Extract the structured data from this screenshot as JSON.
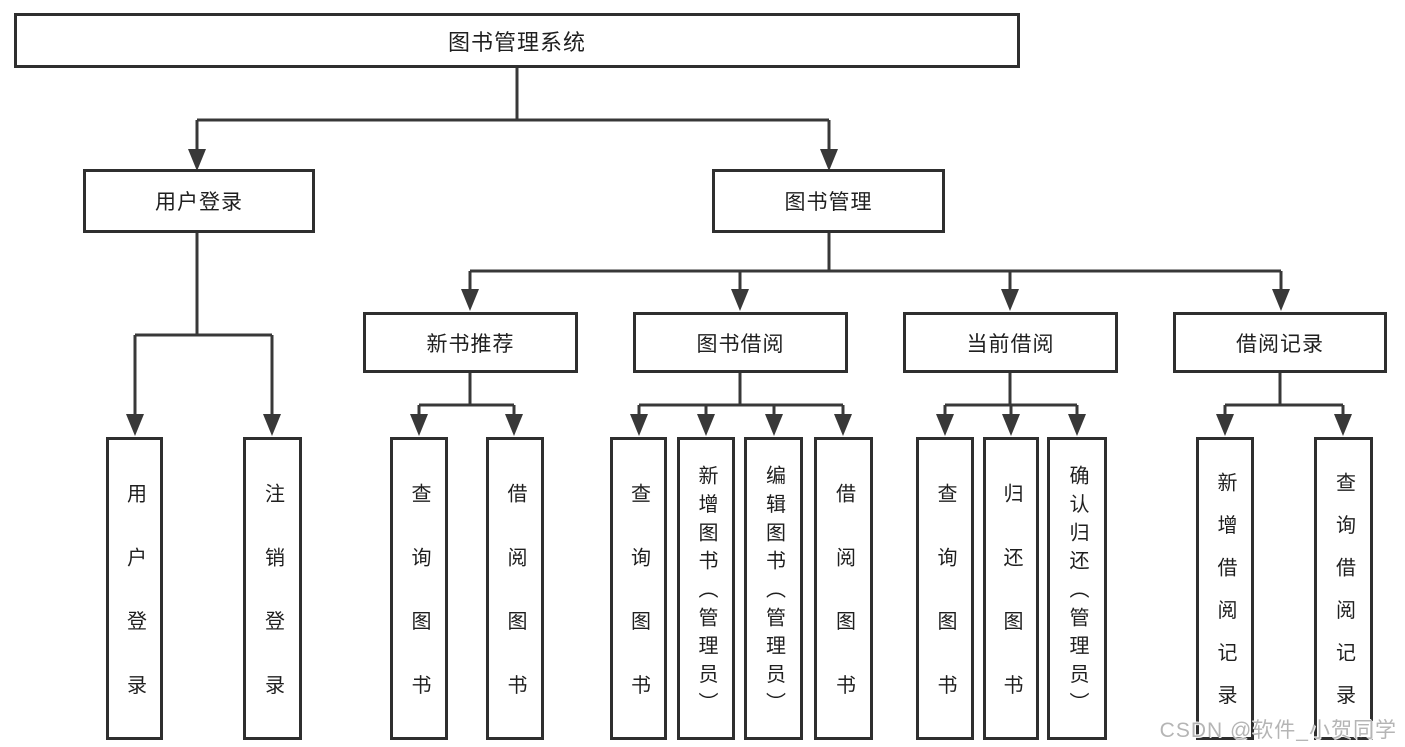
{
  "diagram": {
    "root": {
      "label": "图书管理系统"
    },
    "branches": [
      {
        "label": "用户登录",
        "children": [
          {
            "label": "用户登录"
          },
          {
            "label": "注销登录"
          }
        ]
      },
      {
        "label": "图书管理",
        "children": [
          {
            "label": "新书推荐",
            "children": [
              {
                "label": "查询图书"
              },
              {
                "label": "借阅图书"
              }
            ]
          },
          {
            "label": "图书借阅",
            "children": [
              {
                "label": "查询图书"
              },
              {
                "label": "新增图书（管理员）"
              },
              {
                "label": "编辑图书（管理员）"
              },
              {
                "label": "借阅图书"
              }
            ]
          },
          {
            "label": "当前借阅",
            "children": [
              {
                "label": "查询图书"
              },
              {
                "label": "归还图书"
              },
              {
                "label": "确认归还（管理员）"
              }
            ]
          },
          {
            "label": "借阅记录",
            "children": [
              {
                "label": "新增借阅记录"
              },
              {
                "label": "查询借阅记录"
              }
            ]
          }
        ]
      }
    ],
    "watermark": "CSDN @软件_小贺同学",
    "colors": {
      "line": "#383838",
      "box_border": "#2f2f2f",
      "text": "#1f1f1f",
      "watermark": "#b5b5b5",
      "background": "#ffffff"
    }
  }
}
